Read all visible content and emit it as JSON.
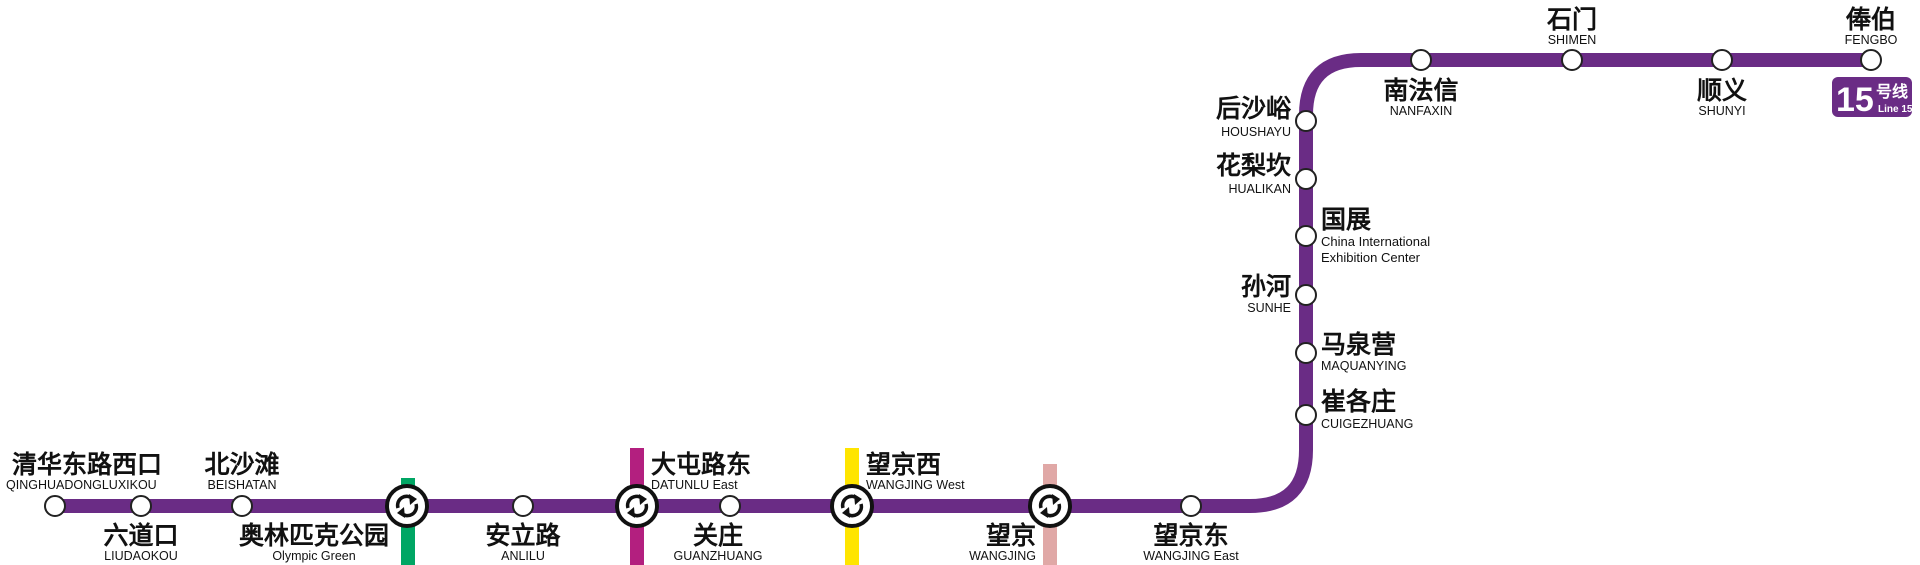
{
  "line": {
    "number": "15",
    "label_zh": "号线",
    "label_en": "Line 15",
    "color": "#6a2c85"
  },
  "transfer_line_colors": [
    "#00a664",
    "#b31f7f",
    "#ffe500",
    "#e0a8a6"
  ],
  "stations": [
    {
      "id": "qinghuadonglu-xikou",
      "zh": "清华东路西口",
      "en": "QINGHUADONGLUXIKOU",
      "transfer": false
    },
    {
      "id": "liudaokou",
      "zh": "六道口",
      "en": "LIUDAOKOU",
      "transfer": false
    },
    {
      "id": "beishatan",
      "zh": "北沙滩",
      "en": "BEISHATAN",
      "transfer": false
    },
    {
      "id": "olympic-green",
      "zh": "奥林匹克公园",
      "en": "Olympic Green",
      "transfer": true
    },
    {
      "id": "anlilu",
      "zh": "安立路",
      "en": "ANLILU",
      "transfer": false
    },
    {
      "id": "datunlu-east",
      "zh": "大屯路东",
      "en": "DATUNLU East",
      "transfer": true
    },
    {
      "id": "guanzhuang",
      "zh": "关庄",
      "en": "GUANZHUANG",
      "transfer": false
    },
    {
      "id": "wangjing-west",
      "zh": "望京西",
      "en": "WANGJING West",
      "transfer": true
    },
    {
      "id": "wangjing",
      "zh": "望京",
      "en": "WANGJING",
      "transfer": true
    },
    {
      "id": "wangjing-east",
      "zh": "望京东",
      "en": "WANGJING East",
      "transfer": false
    },
    {
      "id": "cuigezhuang",
      "zh": "崔各庄",
      "en": "CUIGEZHUANG",
      "transfer": false
    },
    {
      "id": "maquanying",
      "zh": "马泉营",
      "en": "MAQUANYING",
      "transfer": false
    },
    {
      "id": "sunhe",
      "zh": "孙河",
      "en": "SUNHE",
      "transfer": false
    },
    {
      "id": "china-international-exhibition-center",
      "zh": "国展",
      "en_lines": [
        "China International",
        "Exhibition Center"
      ],
      "transfer": false
    },
    {
      "id": "hualikan",
      "zh": "花梨坎",
      "en": "HUALIKAN",
      "transfer": false
    },
    {
      "id": "houshayu",
      "zh": "后沙峪",
      "en": "HOUSHAYU",
      "transfer": false
    },
    {
      "id": "nanfaxin",
      "zh": "南法信",
      "en": "NANFAXIN",
      "transfer": false
    },
    {
      "id": "shimen",
      "zh": "石门",
      "en": "SHIMEN",
      "transfer": false
    },
    {
      "id": "shunyi",
      "zh": "顺义",
      "en": "SHUNYI",
      "transfer": false
    },
    {
      "id": "fengbo",
      "zh": "俸伯",
      "en": "FENGBO",
      "transfer": false
    }
  ]
}
